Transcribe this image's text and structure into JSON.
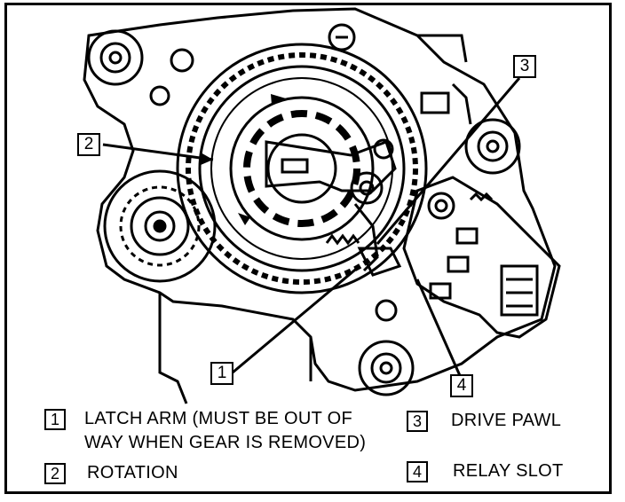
{
  "callouts": [
    {
      "number": "1"
    },
    {
      "number": "2"
    },
    {
      "number": "3"
    },
    {
      "number": "4"
    }
  ],
  "legend": [
    {
      "number": "1",
      "lines": [
        "LATCH ARM (MUST BE OUT OF",
        "WAY WHEN GEAR IS REMOVED)"
      ]
    },
    {
      "number": "2",
      "lines": [
        "ROTATION"
      ]
    },
    {
      "number": "3",
      "lines": [
        "DRIVE PAWL"
      ]
    },
    {
      "number": "4",
      "lines": [
        "RELAY SLOT"
      ]
    }
  ]
}
